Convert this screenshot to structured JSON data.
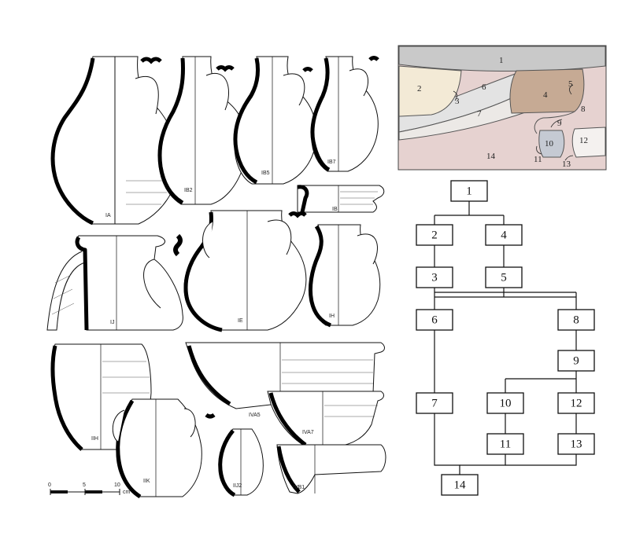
{
  "pottery": {
    "labels": [
      "IA",
      "IB2",
      "IB5",
      "IB7",
      "IB",
      "IJ",
      "IE",
      "IH",
      "IIH",
      "IIK",
      "IIJ2",
      "IVA5",
      "IVA7",
      "IVB1"
    ],
    "scale": {
      "ticks": [
        "0",
        "5",
        "10"
      ],
      "unit": "cm"
    }
  },
  "section": {
    "units": [
      "1",
      "2",
      "3",
      "4",
      "5",
      "6",
      "7",
      "8",
      "9",
      "10",
      "11",
      "12",
      "13",
      "14"
    ],
    "colors": {
      "top": "#c9c9c9",
      "cream": "#f3ead6",
      "brown": "#c6aa94",
      "pink": "#e6d2d0",
      "light": "#e3e3e3",
      "blue": "#c5cad3"
    }
  },
  "matrix": {
    "nodes": [
      "1",
      "2",
      "4",
      "3",
      "5",
      "6",
      "8",
      "9",
      "7",
      "10",
      "12",
      "11",
      "13",
      "14"
    ],
    "edges": [
      [
        "1",
        "2"
      ],
      [
        "1",
        "4"
      ],
      [
        "2",
        "3"
      ],
      [
        "4",
        "5"
      ],
      [
        "3",
        "6"
      ],
      [
        "3",
        "8"
      ],
      [
        "5",
        "6"
      ],
      [
        "5",
        "8"
      ],
      [
        "6",
        "7"
      ],
      [
        "8",
        "9"
      ],
      [
        "9",
        "10"
      ],
      [
        "9",
        "12"
      ],
      [
        "10",
        "11"
      ],
      [
        "12",
        "13"
      ],
      [
        "7",
        "14"
      ],
      [
        "11",
        "14"
      ],
      [
        "13",
        "14"
      ]
    ]
  }
}
